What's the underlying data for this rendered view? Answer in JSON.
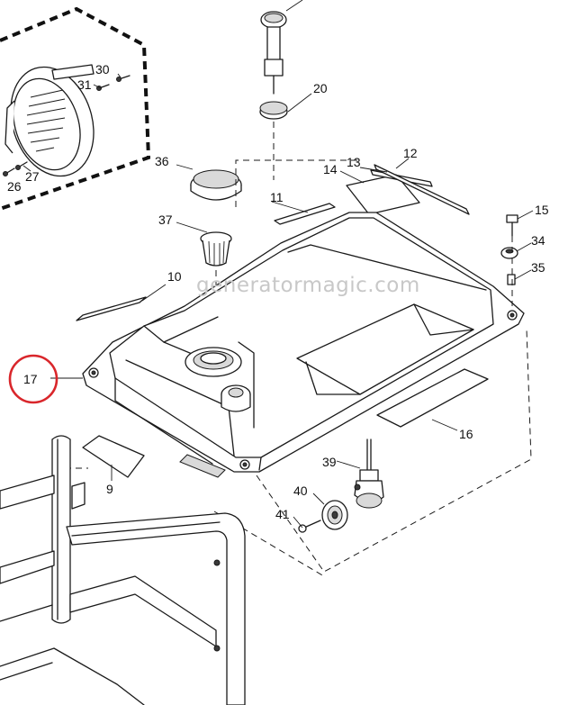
{
  "watermark": "generatormagic.com",
  "highlight_color": "#d9262b",
  "callouts": {
    "p9": "9",
    "p10": "10",
    "p11": "11",
    "p12": "12",
    "p13": "13",
    "p14": "14",
    "p15": "15",
    "p16": "16",
    "p17": "17",
    "p20": "20",
    "p26": "26",
    "p27": "27",
    "p30": "30",
    "p31": "31",
    "p34": "34",
    "p35": "35",
    "p36": "36",
    "p37": "37",
    "p39": "39",
    "p40": "40",
    "p41": "41"
  }
}
